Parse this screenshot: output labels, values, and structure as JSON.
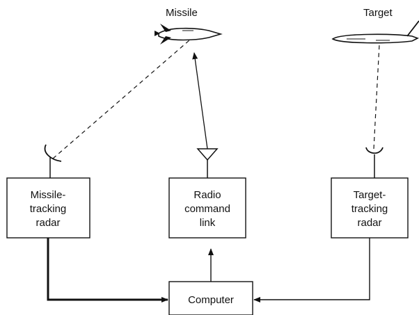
{
  "labels": {
    "missile": "Missile",
    "target": "Target"
  },
  "blocks": {
    "missile_radar": [
      "Missile-",
      "tracking",
      "radar"
    ],
    "radio_link": [
      "Radio",
      "command",
      "link"
    ],
    "target_radar": [
      "Target-",
      "tracking",
      "radar"
    ],
    "computer": "Computer"
  }
}
